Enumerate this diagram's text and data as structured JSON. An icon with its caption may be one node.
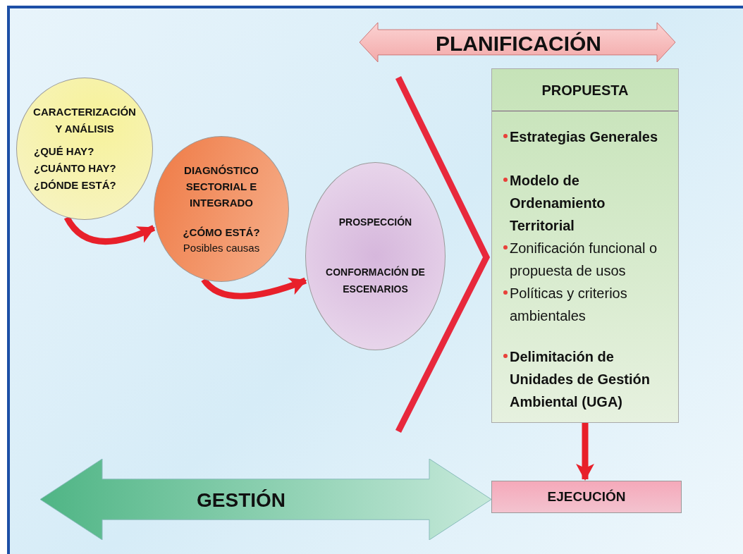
{
  "diagram": {
    "nodes": [
      {
        "text": [
          "CARACTERIZACIÓN Y ANÁLISIS",
          "¿QUÉ HAY? ¿CUÁNTO HAY? ¿DÓNDE ESTÁ?"
        ]
      },
      {
        "text": [
          "DIAGNÓSTICO SECTORIAL E INTEGRADO",
          "¿CÓMO ESTÁ?",
          "Posibles causas"
        ]
      },
      {
        "text": [
          "PROSPECCIÓN",
          "CONFORMACIÓN DE ESCENARIOS"
        ]
      },
      {
        "text": [
          "PLANIFICACIÓN"
        ]
      },
      {
        "text": [
          "PROPUESTA",
          "Estrategias Generales",
          "Modelo de Ordenamiento Territorial",
          "Zonificación funcional o propuesta de usos",
          "Políticas y criterios ambientales",
          "Delimitación de Unidades de Gestión Ambiental (UGA)"
        ]
      },
      {
        "text": [
          "EJECUCIÓN"
        ]
      },
      {
        "text": [
          "GESTIÓN"
        ]
      }
    ],
    "edges": [
      {
        "from": 0,
        "to": 1,
        "arrow": "to"
      },
      {
        "from": 1,
        "to": 2,
        "arrow": "to"
      },
      {
        "from": 4,
        "to": 5,
        "arrow": "to"
      }
    ]
  }
}
